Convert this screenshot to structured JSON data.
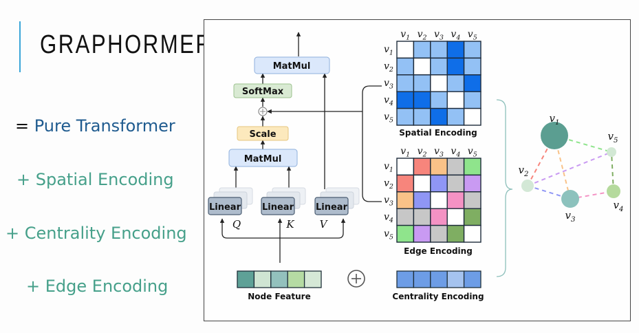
{
  "slide": {
    "title": "GRAPHORMER",
    "bullets": [
      {
        "prefix": "=",
        "text": "Pure Transformer"
      },
      {
        "prefix": "+",
        "text": "Spatial Encoding"
      },
      {
        "prefix": "+",
        "text": "Centrality Encoding"
      },
      {
        "prefix": "+",
        "text": "Edge Encoding"
      }
    ]
  },
  "diagram": {
    "blocks": {
      "matmul_top": "MatMul",
      "softmax": "SoftMax",
      "scale": "Scale",
      "matmul_bottom": "MatMul",
      "linear_q": "Linear",
      "linear_k": "Linear",
      "linear_v": "Linear"
    },
    "inputs": {
      "q": "Q",
      "k": "K",
      "v": "V"
    },
    "nodes": [
      "v1",
      "v2",
      "v3",
      "v4",
      "v5"
    ],
    "spatial_encoding": {
      "label": "Spatial Encoding",
      "levels": [
        [
          0,
          1,
          1,
          2,
          1
        ],
        [
          1,
          0,
          1,
          2,
          1
        ],
        [
          1,
          1,
          0,
          1,
          2
        ],
        [
          2,
          2,
          1,
          0,
          1
        ],
        [
          1,
          1,
          2,
          1,
          0
        ]
      ],
      "palette": [
        "#ffffff",
        "#93c1f5",
        "#0f6ee8"
      ]
    },
    "edge_encoding": {
      "label": "Edge Encoding",
      "colors": [
        [
          "#ffffff",
          "#f7857c",
          "#f9c288",
          "#c7c7c7",
          "#8fe48c"
        ],
        [
          "#f7857c",
          "#ffffff",
          "#8f96f5",
          "#c7c7c7",
          "#c99af2"
        ],
        [
          "#f9c288",
          "#8f96f5",
          "#ffffff",
          "#f492c4",
          "#c7c7c7"
        ],
        [
          "#c7c7c7",
          "#c7c7c7",
          "#f492c4",
          "#ffffff",
          "#7fae62"
        ],
        [
          "#8fe48c",
          "#c99af2",
          "#c7c7c7",
          "#7fae62",
          "#ffffff"
        ]
      ]
    },
    "node_feature": {
      "label": "Node Feature",
      "colors": [
        "#5ea197",
        "#cfe5d3",
        "#93c1bd",
        "#b5dba3",
        "#d5e8d6"
      ]
    },
    "centrality_encoding": {
      "label": "Centrality Encoding",
      "colors": [
        "#6d9de6",
        "#6d9de6",
        "#6d9de6",
        "#a5c3ef",
        "#6d9de6"
      ]
    },
    "plus_symbol": "⊕",
    "graph": {
      "nodes": [
        {
          "id": "v1",
          "color": "#5b9e91"
        },
        {
          "id": "v2",
          "color": "#d3e8d6"
        },
        {
          "id": "v3",
          "color": "#8cc2bd"
        },
        {
          "id": "v4",
          "color": "#b5da9d"
        },
        {
          "id": "v5",
          "color": "#d2e8d4"
        }
      ],
      "edges": [
        {
          "from": "v1",
          "to": "v2",
          "color": "#f7857c"
        },
        {
          "from": "v1",
          "to": "v3",
          "color": "#f9c288"
        },
        {
          "from": "v1",
          "to": "v5",
          "color": "#8fe48c"
        },
        {
          "from": "v2",
          "to": "v3",
          "color": "#8f96f5"
        },
        {
          "from": "v2",
          "to": "v5",
          "color": "#c99af2"
        },
        {
          "from": "v3",
          "to": "v4",
          "color": "#f492c4"
        },
        {
          "from": "v4",
          "to": "v5",
          "color": "#7fae62"
        }
      ]
    }
  }
}
